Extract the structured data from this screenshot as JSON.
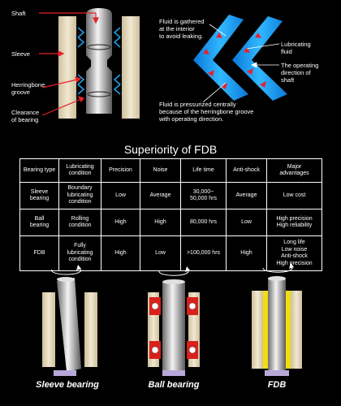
{
  "top_left_labels": {
    "shaft": "Shaft",
    "sleeve": "Sleeve",
    "herringbone": "Herringbone\ngroove",
    "clearance": "Clearance\nof bearing"
  },
  "top_right_labels": {
    "fluid_gathered": "Fluid is gathered\nat the interior\nto avoid leaking.",
    "lubricating_fluid": "Lubricating\nfluid",
    "operating_direction": "The operating\ndirection of\nshaft",
    "fluid_pressurized": "Fluid is pressurized centrally\nbecause of the herringbone groove\nwith operating direction."
  },
  "section_title": "Superiority of FDB",
  "table": {
    "headers": [
      "Bearing type",
      "Lubricating\ncondition",
      "Precision",
      "Noise",
      "Life time",
      "Anti-shock",
      "Major\nadvantages"
    ],
    "rows": [
      [
        "Sleeve\nbearing",
        "Boundary\nlubricating\ncondition",
        "Low",
        "Average",
        "30,000~\n50,000 hrs",
        "Average",
        "Low cost"
      ],
      [
        "Ball\nbearing",
        "Rolling\ncondition",
        "High",
        "High",
        "80,000 hrs",
        "Low",
        "High precision\nHigh reliability"
      ],
      [
        "FDB",
        "Fully\nlubricating\ncondition",
        "High",
        "Low",
        ">100,000 hrs",
        "High",
        "Long life\nLow noise\nAnti-shock\nHigh precision"
      ]
    ]
  },
  "captions": {
    "sleeve": "Sleeve bearing",
    "ball": "Ball bearing",
    "fdb": "FDB"
  },
  "colors": {
    "sleeve_wall": "#e8dcc0",
    "groove": "#1f9ee8",
    "arrow_red": "#e8202a",
    "fdb_fluid": "#f2dd12",
    "ball_housing": "#d8201c",
    "base_purple": "#b8a8d8"
  }
}
